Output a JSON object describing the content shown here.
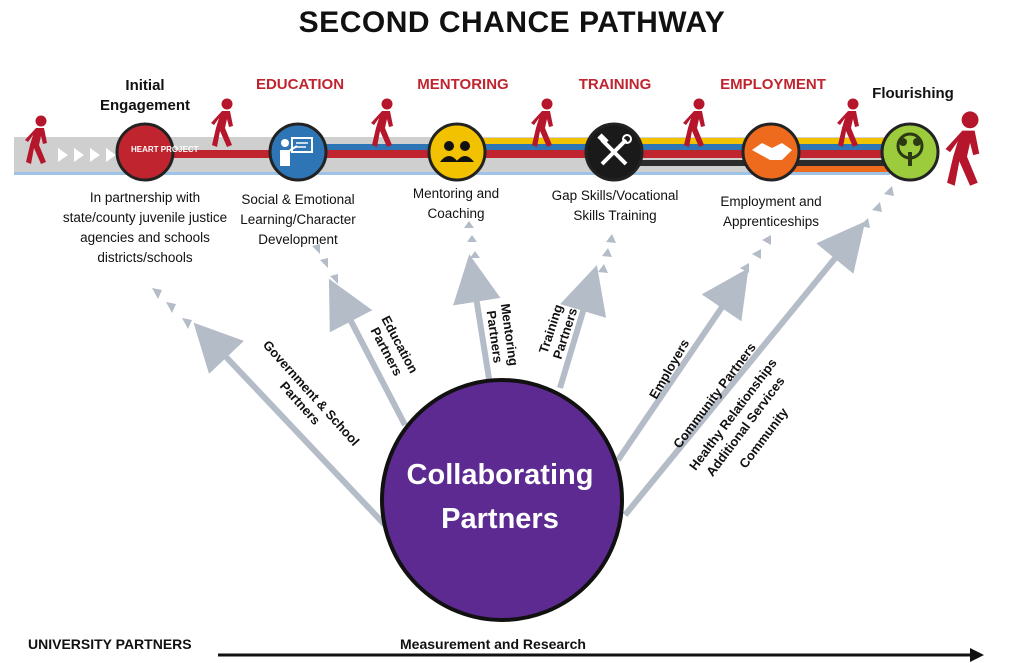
{
  "title": "SECOND CHANCE PATHWAY",
  "stages": [
    {
      "heading": "Initial Engagement",
      "icon": "heart-project-logo-icon",
      "logo_text": "HEART PROJECT",
      "description": "In partnership with state/county juvenile justice agencies and schools districts/schools"
    },
    {
      "heading": "EDUCATION",
      "icon": "teacher-presentation-icon",
      "description": "Social & Emotional Learning/Character Development"
    },
    {
      "heading": "MENTORING",
      "icon": "people-group-icon",
      "description": "Mentoring and Coaching"
    },
    {
      "heading": "TRAINING",
      "icon": "wrench-hammer-tools-icon",
      "description": "Gap Skills/Vocational Skills Training"
    },
    {
      "heading": "EMPLOYMENT",
      "icon": "handshake-icon",
      "description": "Employment and Apprenticeships"
    },
    {
      "heading": "Flourishing",
      "icon": "tree-icon"
    }
  ],
  "partners": [
    "Government & School Partners",
    "Education Partners",
    "Mentoring Partners",
    "Training Partners",
    "Employers",
    "Community Partners",
    "Healthy Relationships",
    "Additional Services",
    "Community"
  ],
  "center": {
    "line1": "Collaborating",
    "line2": "Partners"
  },
  "footer": {
    "left": "UNIVERSITY PARTNERS",
    "center": "Measurement and Research"
  },
  "colors": {
    "red": "#c0252f",
    "walker": "#b5162b",
    "purple": "#5c2a91",
    "blue": "#2e75b6",
    "yellow": "#f2c200",
    "orange": "#ee6b1e",
    "green": "#9ccc3c",
    "gray": "#c8c8c8",
    "light_blue": "#9dc3e6",
    "arrow_gray": "#b4bcc8"
  }
}
